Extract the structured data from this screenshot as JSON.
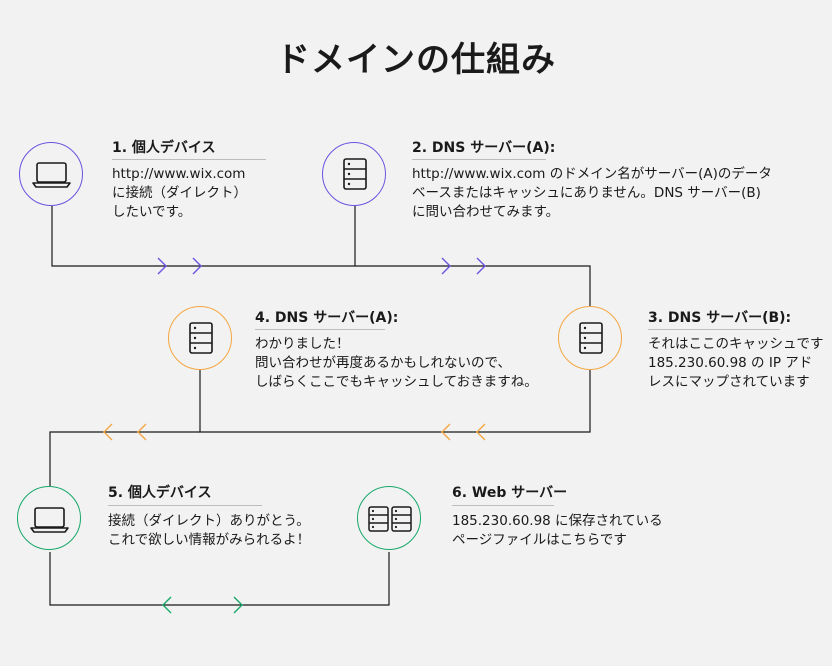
{
  "title": "ドメインの仕組み",
  "steps": [
    {
      "title": "1. 個人デバイス",
      "lines": [
        "http://www.wix.com",
        "に接続（ダイレクト）",
        "したいです。"
      ]
    },
    {
      "title": "2. DNS サーバー(A):",
      "lines": [
        "http://www.wix.com のドメイン名がサーバー(A)のデータ",
        "ベースまたはキャッシュにありません。DNS サーバー(B)",
        "に問い合わせてみます。"
      ]
    },
    {
      "title": "3. DNS サーバー(B):",
      "lines": [
        "それはここのキャッシュです",
        "185.230.60.98 の IP アド",
        "レスにマップされています"
      ]
    },
    {
      "title": "4. DNS サーバー(A):",
      "lines": [
        "わかりました！",
        "問い合わせが再度あるかもしれないので、",
        "しばらくここでもキャッシュしておきますね。"
      ]
    },
    {
      "title": "5. 個人デバイス",
      "lines": [
        "接続（ダイレクト）ありがとう。",
        "これで欲しい情報がみられるよ！"
      ]
    },
    {
      "title": "6. Web サーバー",
      "lines": [
        "185.230.60.98 に保存されている",
        "ページファイルはこちらです"
      ]
    }
  ],
  "colors": {
    "purple": "#6e52e0",
    "orange": "#f5a742",
    "green": "#17a86a",
    "line": "#1a1a1a"
  },
  "icons": [
    "laptop-icon",
    "server-icon",
    "server-icon",
    "server-icon",
    "laptop-icon",
    "double-server-icon"
  ]
}
